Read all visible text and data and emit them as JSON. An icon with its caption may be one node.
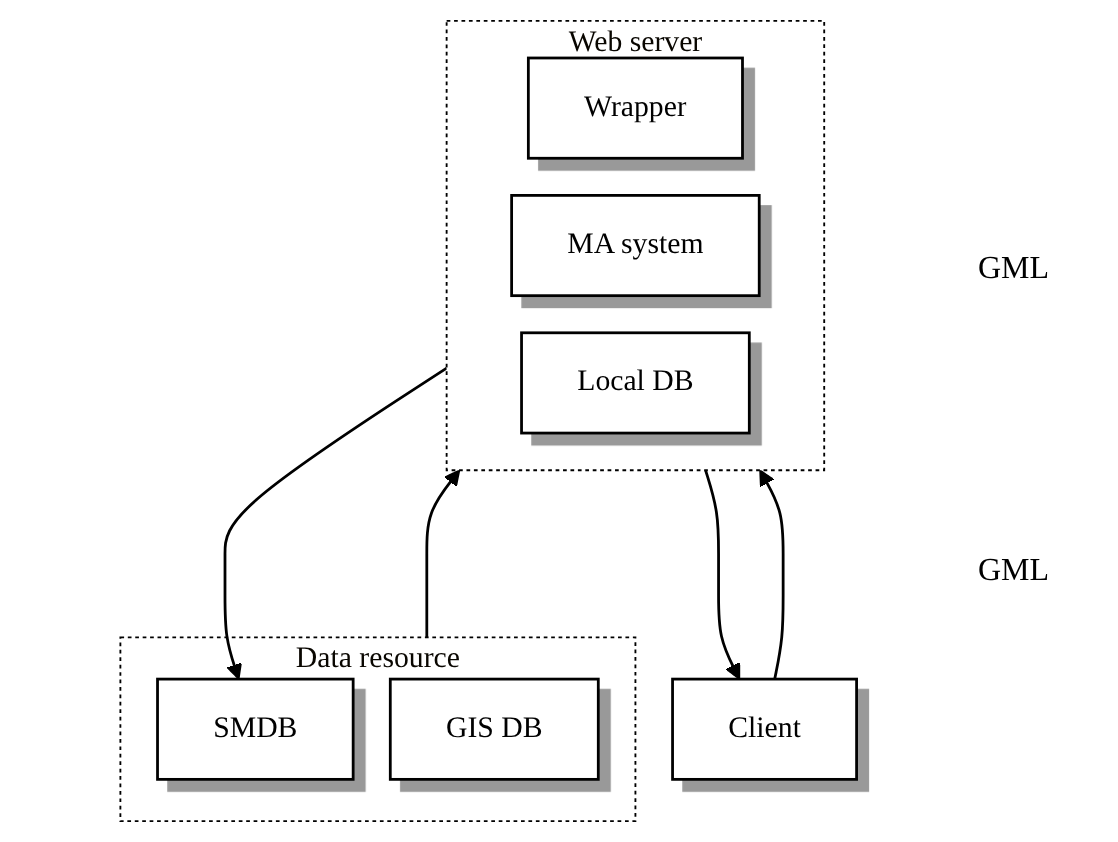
{
  "diagram": {
    "nodes": [
      {
        "text": [
          "Client"
        ]
      },
      {
        "text": [
          "Web server"
        ]
      },
      {
        "text": [
          "Wrapper"
        ],
        "in": 1
      },
      {
        "text": [
          "MA system"
        ],
        "in": 1
      },
      {
        "text": [
          "Local DB"
        ],
        "in": 1
      },
      {
        "text": [
          "Data resource"
        ]
      },
      {
        "text": [
          "SMDB"
        ],
        "in": 5
      },
      {
        "text": [
          "GIS DB"
        ],
        "in": 5
      }
    ],
    "edges": [
      {
        "from": 1,
        "to": 0,
        "arrow": "to"
      },
      {
        "from": 0,
        "to": 1,
        "arrow": "to"
      },
      {
        "from": 5,
        "to": 1,
        "arrow": "to"
      },
      {
        "from": 1,
        "to": 6,
        "arrow": "to"
      }
    ],
    "labels": [
      "GML",
      "GML"
    ]
  }
}
